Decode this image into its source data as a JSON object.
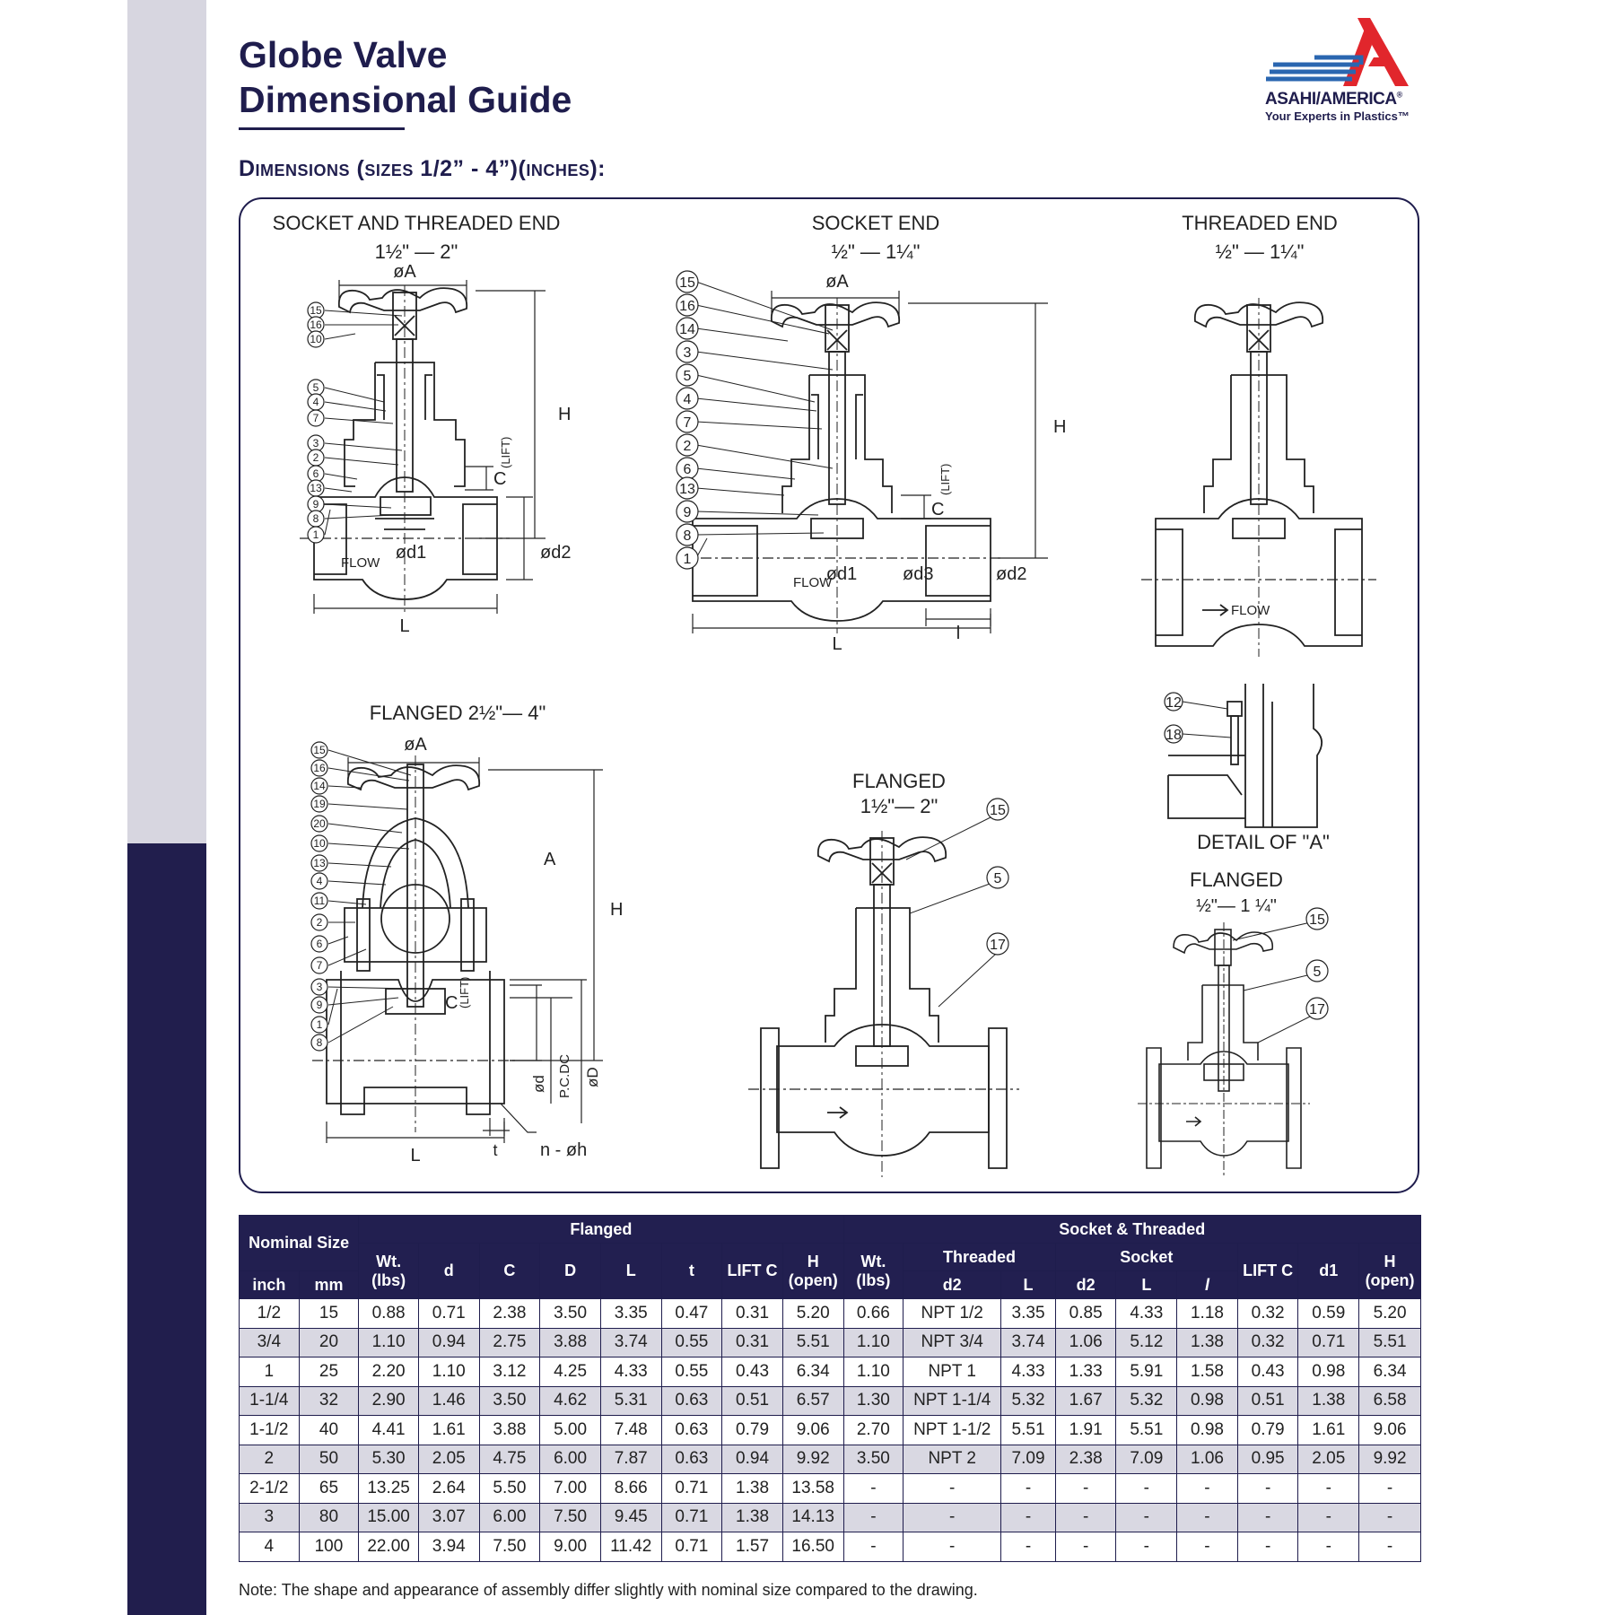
{
  "title": {
    "line1": "Globe Valve",
    "line2": "Dimensional Guide"
  },
  "logo": {
    "name": "ASAHI/AMERICA",
    "reg": "®",
    "tagline": "Your Experts in Plastics™",
    "colors": {
      "blue": "#2a66b0",
      "red": "#e1262c",
      "navy": "#1f1d4d"
    }
  },
  "subtitle": "Dimensions (sizes 1/2” - 4”)(inches):",
  "drawings": {
    "socket_threaded": {
      "title": "SOCKET AND THREADED  END",
      "range": "1½\" — 2\"",
      "dims": {
        "a": "øA",
        "h": "H",
        "c": "C",
        "lift": "(LIFT)",
        "d1": "ød1",
        "d2": "ød2",
        "l": "L",
        "flow": "FLOW"
      },
      "callouts": [
        "15",
        "16",
        "10",
        "5",
        "4",
        "7",
        "3",
        "2",
        "6",
        "13",
        "9",
        "8",
        "1"
      ]
    },
    "socket": {
      "title": "SOCKET  END",
      "range": "½\" — 1¼\"",
      "dims": {
        "a": "øA",
        "h": "H",
        "c": "C",
        "lift": "(LIFT)",
        "d1": "ød1",
        "d2": "ød2",
        "d3": "ød3",
        "l": "L",
        "small_l": "l",
        "flow": "FLOW"
      },
      "callouts": [
        "15",
        "16",
        "14",
        "3",
        "5",
        "4",
        "7",
        "2",
        "6",
        "13",
        "9",
        "8",
        "1"
      ]
    },
    "threaded": {
      "title": "THREADED  END",
      "range": "½\" — 1¼\"",
      "flow": "FLOW"
    },
    "flanged_large": {
      "title": "FLANGED 2½\"— 4\"",
      "dims": {
        "a": "øA",
        "h": "H",
        "c": "C",
        "lift": "(LIFT)",
        "detail": "A",
        "d": "ød",
        "pcd": "P.C.DC",
        "big_d": "øD",
        "l": "L",
        "t": "t",
        "holes": "n - øh"
      },
      "callouts": [
        "15",
        "16",
        "14",
        "19",
        "20",
        "10",
        "13",
        "4",
        "11",
        "2",
        "6",
        "7",
        "3",
        "9",
        "1",
        "8"
      ]
    },
    "flanged_mid": {
      "title": "FLANGED",
      "range": "1½\"— 2\"",
      "callouts": [
        "15",
        "5",
        "17"
      ]
    },
    "detail_a": {
      "title": "DETAIL OF \"A\"",
      "callouts": [
        "12",
        "18"
      ]
    },
    "flanged_small": {
      "title": "FLANGED",
      "range": "½\"— 1 ¼\"",
      "callouts": [
        "15",
        "5",
        "17"
      ]
    }
  },
  "table": {
    "groups": {
      "nominal": "Nominal Size",
      "flanged": "Flanged",
      "socket_threaded": "Socket & Threaded"
    },
    "subgroups": {
      "threaded": "Threaded",
      "socket": "Socket"
    },
    "headers": {
      "inch": "inch",
      "mm": "mm",
      "f_wt": "Wt. (lbs)",
      "f_d": "d",
      "f_c": "C",
      "f_bigd": "D",
      "f_l": "L",
      "f_t": "t",
      "f_lift": "LIFT C",
      "f_h": "H (open)",
      "s_wt": "Wt. (lbs)",
      "t_d2": "d2",
      "t_l": "L",
      "s_d2": "d2",
      "s_l": "L",
      "s_sl": "l",
      "s_lift": "LIFT C",
      "s_d1": "d1",
      "s_h": "H (open)"
    },
    "rows": [
      [
        "1/2",
        "15",
        "0.88",
        "0.71",
        "2.38",
        "3.50",
        "3.35",
        "0.47",
        "0.31",
        "5.20",
        "0.66",
        "NPT 1/2",
        "3.35",
        "0.85",
        "4.33",
        "1.18",
        "0.32",
        "0.59",
        "5.20"
      ],
      [
        "3/4",
        "20",
        "1.10",
        "0.94",
        "2.75",
        "3.88",
        "3.74",
        "0.55",
        "0.31",
        "5.51",
        "1.10",
        "NPT 3/4",
        "3.74",
        "1.06",
        "5.12",
        "1.38",
        "0.32",
        "0.71",
        "5.51"
      ],
      [
        "1",
        "25",
        "2.20",
        "1.10",
        "3.12",
        "4.25",
        "4.33",
        "0.55",
        "0.43",
        "6.34",
        "1.10",
        "NPT 1",
        "4.33",
        "1.33",
        "5.91",
        "1.58",
        "0.43",
        "0.98",
        "6.34"
      ],
      [
        "1-1/4",
        "32",
        "2.90",
        "1.46",
        "3.50",
        "4.62",
        "5.31",
        "0.63",
        "0.51",
        "6.57",
        "1.30",
        "NPT 1-1/4",
        "5.32",
        "1.67",
        "5.32",
        "0.98",
        "0.51",
        "1.38",
        "6.58"
      ],
      [
        "1-1/2",
        "40",
        "4.41",
        "1.61",
        "3.88",
        "5.00",
        "7.48",
        "0.63",
        "0.79",
        "9.06",
        "2.70",
        "NPT 1-1/2",
        "5.51",
        "1.91",
        "5.51",
        "0.98",
        "0.79",
        "1.61",
        "9.06"
      ],
      [
        "2",
        "50",
        "5.30",
        "2.05",
        "4.75",
        "6.00",
        "7.87",
        "0.63",
        "0.94",
        "9.92",
        "3.50",
        "NPT 2",
        "7.09",
        "2.38",
        "7.09",
        "1.06",
        "0.95",
        "2.05",
        "9.92"
      ],
      [
        "2-1/2",
        "65",
        "13.25",
        "2.64",
        "5.50",
        "7.00",
        "8.66",
        "0.71",
        "1.38",
        "13.58",
        "-",
        "-",
        "-",
        "-",
        "-",
        "-",
        "-",
        "-",
        "-"
      ],
      [
        "3",
        "80",
        "15.00",
        "3.07",
        "6.00",
        "7.50",
        "9.45",
        "0.71",
        "1.38",
        "14.13",
        "-",
        "-",
        "-",
        "-",
        "-",
        "-",
        "-",
        "-",
        "-"
      ],
      [
        "4",
        "100",
        "22.00",
        "3.94",
        "7.50",
        "9.00",
        "11.42",
        "0.71",
        "1.57",
        "16.50",
        "-",
        "-",
        "-",
        "-",
        "-",
        "-",
        "-",
        "-",
        "-"
      ]
    ]
  },
  "note": "Note: The shape and appearance of assembly differ slightly with nominal size compared to the drawing."
}
